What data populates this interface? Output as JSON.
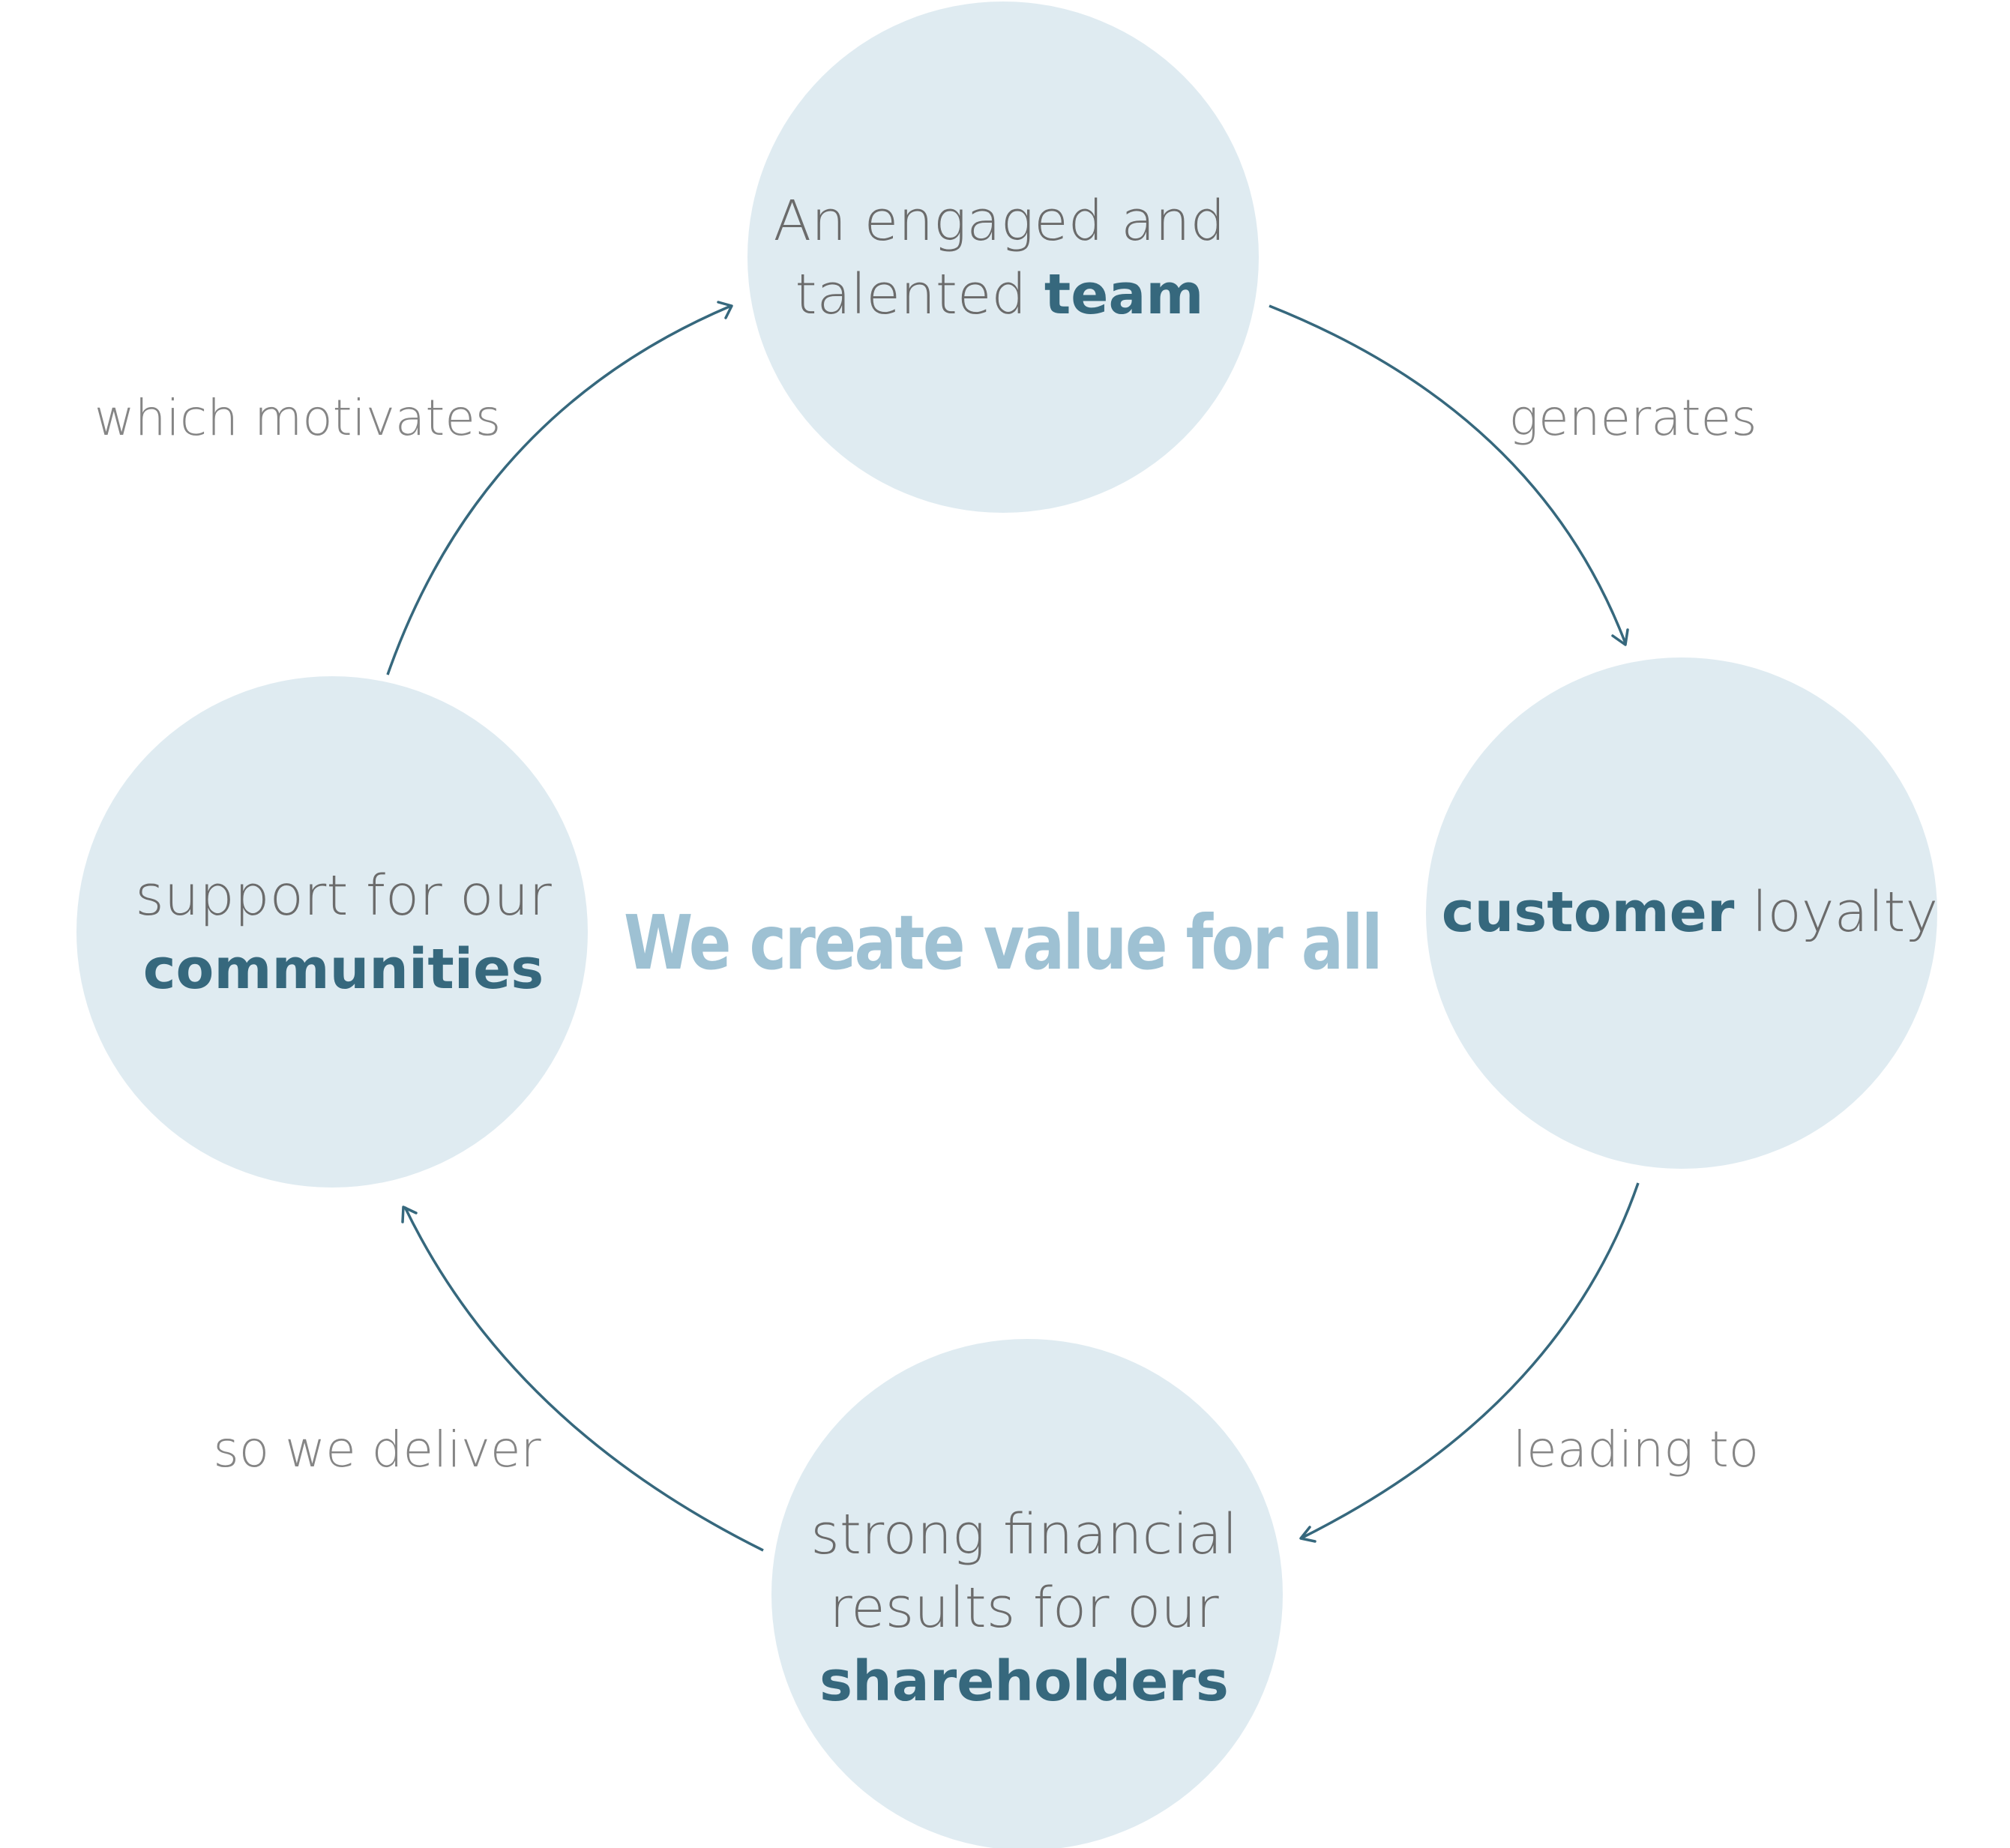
{
  "center_title": "We create value for all",
  "nodes": {
    "team": {
      "line1": "An engaged and",
      "line2_pre": "talented ",
      "line2_em": "team"
    },
    "customer": {
      "em": "customer",
      "post": " loyalty"
    },
    "shareholders": {
      "line1": "strong financial",
      "line2": "results for our",
      "line3_em": "shareholders"
    },
    "communities": {
      "line1": "support for our",
      "line2_em": "communities"
    }
  },
  "edges": {
    "generates": "generates",
    "leading_to": "leading to",
    "so_we_deliver": "so we deliver",
    "which_motivates": "which motivates"
  },
  "colors": {
    "circle_fill": "#dfebf1",
    "emphasis": "#36687d",
    "body_text": "#6b6b6b",
    "label_text": "#858585",
    "title": "#9ec1d3",
    "arrow": "#36687d"
  }
}
